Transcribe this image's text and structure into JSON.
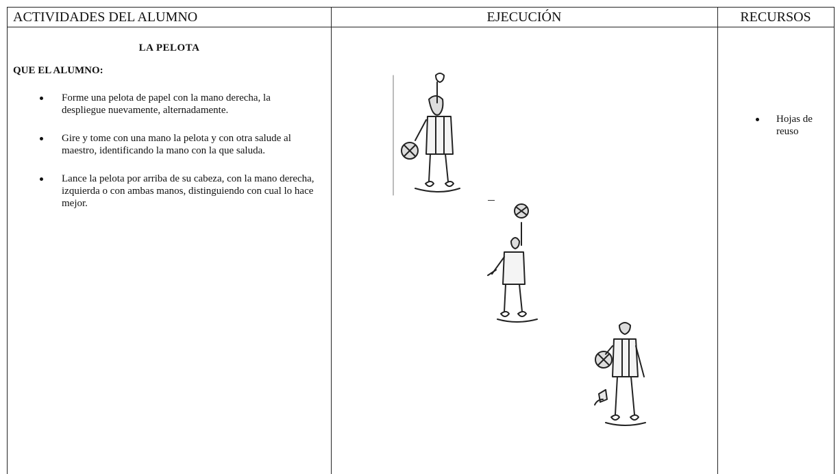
{
  "header": {
    "col_activities": "ACTIVIDADES DEL ALUMNO",
    "col_execution": "EJECUCIÓN",
    "col_resources": "RECURSOS"
  },
  "activities": {
    "title": "LA PELOTA",
    "intro": "QUE EL ALUMNO:",
    "items": [
      "Forme una pelota de papel con la mano derecha, la despliegue nuevamente, alternadamente.",
      "Gire y tome con una mano la pelota y con otra salude al maestro, identificando la mano con la que saluda.",
      "Lance la pelota por arriba de su cabeza, con la mano derecha, izquierda o con ambas manos, distinguiendo con cual lo hace mejor."
    ]
  },
  "execution": {
    "illustrations": [
      "student-raising-hand-with-ball",
      "student-throwing-ball-up",
      "student-holding-ball"
    ]
  },
  "resources": {
    "items": [
      "Hojas de reuso"
    ]
  }
}
